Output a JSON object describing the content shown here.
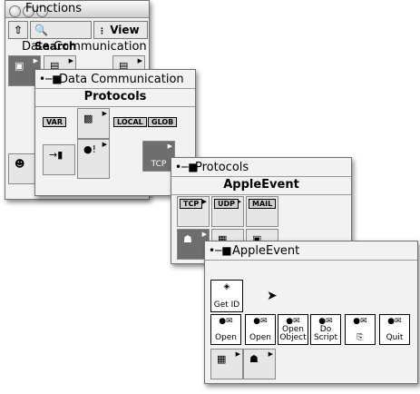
{
  "functions_window": {
    "title": "Functions",
    "up_label": "⇧",
    "search_label": "Search",
    "view_label": "View"
  },
  "data_communication": {
    "title": "Data Communication",
    "palette_title": "Data Communication"
  },
  "protocols": {
    "title": "Protocols",
    "palette_title": "Protocols",
    "tags": [
      "VAR",
      "LOCAL",
      "GLOB"
    ],
    "tcp_label": "TCP"
  },
  "appleevent": {
    "title": "AppleEvent",
    "palette_title": "AppleEvent",
    "tiles": [
      "TCP",
      "UDP",
      "MAIL"
    ],
    "get_id_label": "Get ID",
    "row_items": [
      "Open",
      "Open",
      "Open Object",
      "Do Script",
      "",
      "Quit"
    ]
  }
}
